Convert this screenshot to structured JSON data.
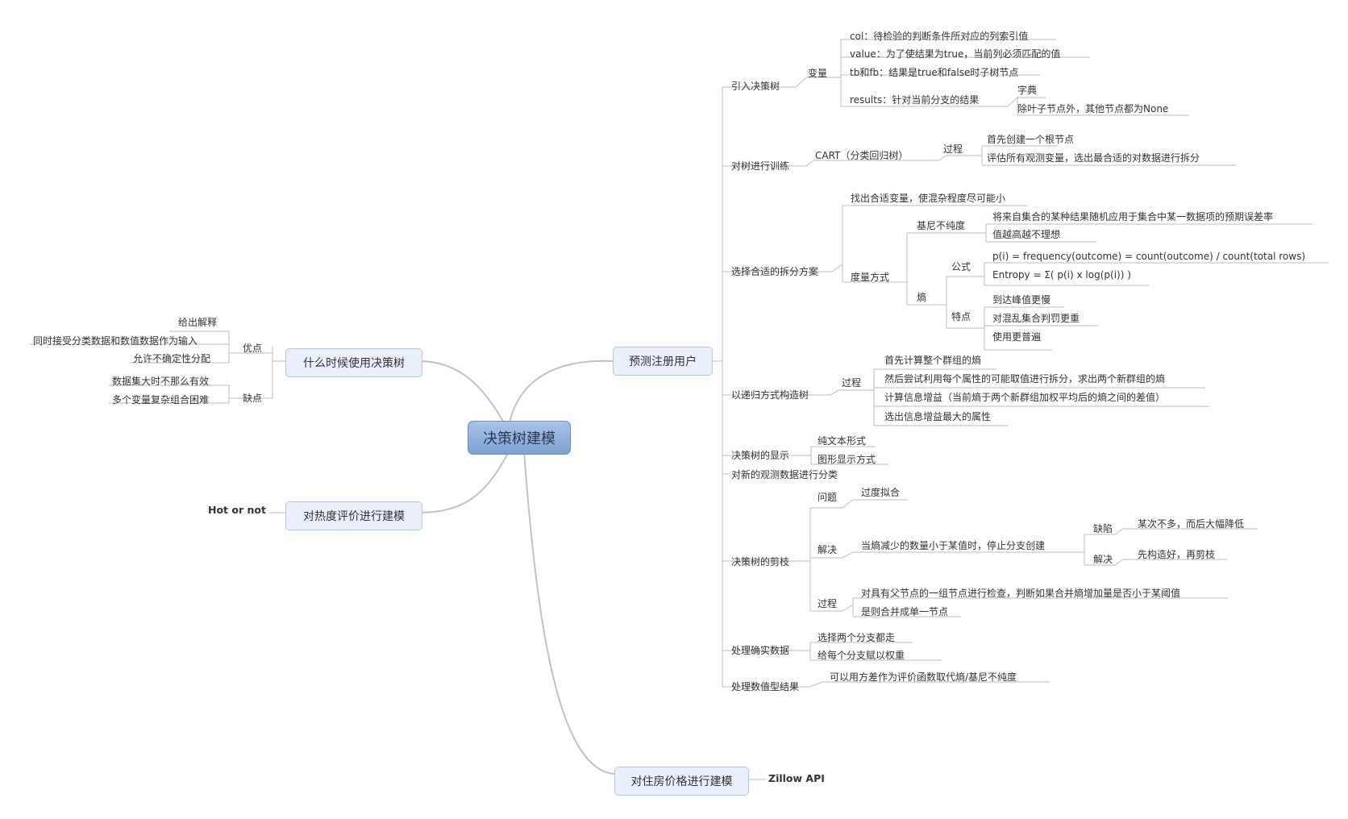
{
  "central": "决策树建模",
  "left": {
    "when": {
      "label": "什么时候使用决策树",
      "pros": {
        "label": "优点",
        "items": [
          "给出解释",
          "同时接受分类数据和数值数据作为输入",
          "允许不确定性分配"
        ]
      },
      "cons": {
        "label": "缺点",
        "items": [
          "数据集大时不那么有效",
          "多个变量复杂组合困难"
        ]
      }
    },
    "hot": {
      "label": "对热度评价进行建模",
      "child": "Hot or not"
    }
  },
  "right": {
    "predict": {
      "label": "预测注册用户",
      "intro": {
        "label": "引入决策树",
        "vars": {
          "label": "变量",
          "col": "col：待检验的判断条件所对应的列索引值",
          "value": "value：为了使结果为true，当前列必须匹配的值",
          "tbfb": "tb和fb：结果是true和false时子树节点",
          "results": {
            "label": "results：针对当前分支的结果",
            "items": [
              "字典",
              "除叶子节点外，其他节点都为None"
            ]
          }
        }
      },
      "train": {
        "label": "对树进行训练",
        "cart": "CART（分类回归树）",
        "process": {
          "label": "过程",
          "items": [
            "首先创建一个根节点",
            "评估所有观测变量，选出最合适的对数据进行拆分"
          ]
        }
      },
      "split": {
        "label": "选择合适的拆分方案",
        "find": "找出合适变量，使混杂程度尽可能小",
        "measure": {
          "label": "度量方式",
          "gini": {
            "label": "基尼不纯度",
            "items": [
              "将来自集合的某种结果随机应用于集合中某一数据项的预期误差率",
              "值越高越不理想"
            ]
          },
          "entropy": {
            "label": "熵",
            "formula": {
              "label": "公式",
              "items": [
                "p(i) = frequency(outcome) = count(outcome) / count(total rows)",
                "Entropy = Σ( p(i) x log(p(i)) )"
              ]
            },
            "traits": {
              "label": "特点",
              "items": [
                "到达峰值更慢",
                "对混乱集合判罚更重",
                "使用更普遍"
              ]
            }
          }
        }
      },
      "recursive": {
        "label": "以递归方式构造树",
        "process": {
          "label": "过程",
          "items": [
            "首先计算整个群组的熵",
            "然后尝试利用每个属性的可能取值进行拆分，求出两个新群组的熵",
            "计算信息增益（当前熵于两个新群组加权平均后的熵之间的差值）",
            "选出信息增益最大的属性"
          ]
        }
      },
      "display": {
        "label": "决策树的显示",
        "items": [
          "纯文本形式",
          "图形显示方式"
        ]
      },
      "classify": {
        "label": "对新的观测数据进行分类"
      },
      "prune": {
        "label": "决策树的剪枝",
        "problem": {
          "label": "问题",
          "item": "过度拟合"
        },
        "solution": {
          "label": "解决",
          "stop": "当熵减少的数量小于某值时，停止分支创建",
          "defect": {
            "label": "缺陷",
            "item": "某次不多，而后大幅降低"
          },
          "fix": {
            "label": "解决",
            "item": "先构造好，再剪枝"
          }
        },
        "process": {
          "label": "过程",
          "items": [
            "对具有父节点的一组节点进行检查，判断如果合并熵增加量是否小于某阈值",
            "是则合并成单一节点"
          ]
        }
      },
      "missing": {
        "label": "处理确实数据",
        "items": [
          "选择两个分支都走",
          "给每个分支赋以权重"
        ]
      },
      "numeric": {
        "label": "处理数值型结果",
        "item": "可以用方差作为评价函数取代熵/基尼不纯度"
      }
    },
    "house": {
      "label": "对住房价格进行建模",
      "child": "Zillow API"
    }
  },
  "colors": {
    "central_fill": "#8fadd9",
    "main_fill": "#e9f0fa",
    "main_border": "#b4c6e0",
    "line": "#bcbcbc"
  }
}
